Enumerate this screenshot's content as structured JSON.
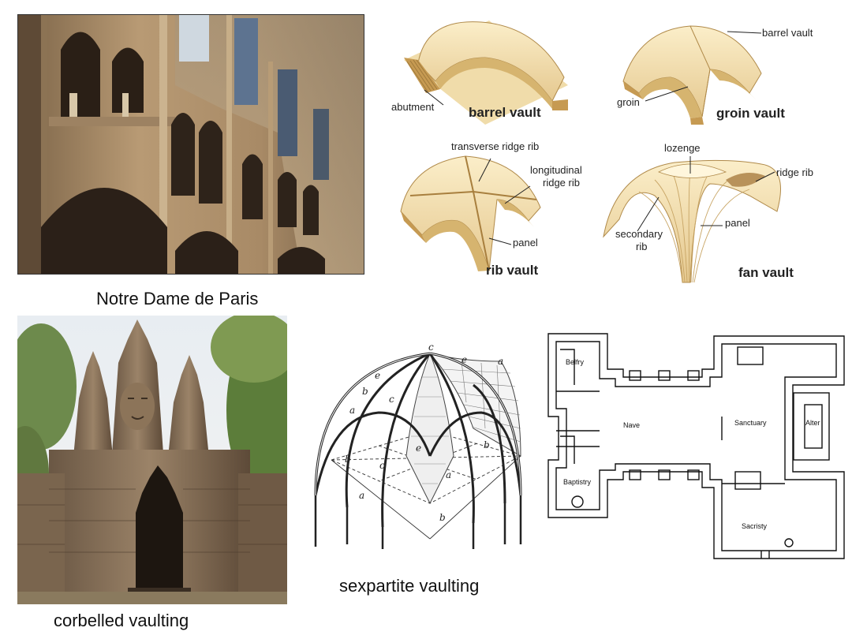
{
  "captions": {
    "notre_dame": "Notre Dame de Paris",
    "corbelled": "corbelled vaulting",
    "sexpartite": "sexpartite vaulting"
  },
  "vault_types": {
    "barrel": {
      "title": "barrel vault",
      "abutment": "abutment"
    },
    "groin": {
      "title": "groin vault",
      "barrel_vault": "barrel vault",
      "groin": "groin"
    },
    "rib": {
      "title": "rib vault",
      "transverse": "transverse ridge rib",
      "longitudinal_1": "longitudinal",
      "longitudinal_2": "ridge rib",
      "panel": "panel"
    },
    "fan": {
      "title": "fan vault",
      "lozenge": "lozenge",
      "ridge_rib": "ridge rib",
      "panel": "panel",
      "secondary_1": "secondary",
      "secondary_2": "rib"
    }
  },
  "sexpartite_letters": {
    "a": "a",
    "b": "b",
    "c": "c",
    "e": "e"
  },
  "floor_plan": {
    "belfry": "Belfry",
    "nave": "Nave",
    "sanctuary": "Sanctuary",
    "altar": "Alter",
    "baptistry": "Baptistry",
    "sacristy": "Sacristy"
  },
  "colors": {
    "vault_fill": "#f2dca6",
    "vault_shade": "#d9b978",
    "stone_light": "#c8ab86",
    "stone_dark": "#5a4632"
  }
}
